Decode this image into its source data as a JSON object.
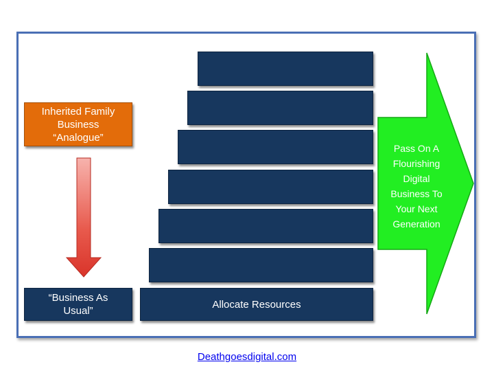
{
  "inherited": {
    "lines": [
      "Inherited Family",
      "Business",
      "“Analogue”"
    ]
  },
  "usual": {
    "lines": [
      "“Business As",
      "Usual”"
    ]
  },
  "staircase": {
    "label": "Allocate Resources"
  },
  "outcome": {
    "lines": [
      "Pass On A",
      "Flourishing",
      "Digital",
      "Business To",
      "Your Next",
      "Generation"
    ]
  },
  "footer": {
    "link_text": "Deathgoesdigital.com"
  },
  "colors": {
    "orange_box": "#e36c0a",
    "navy_box": "#17375e",
    "green_arrow": "#22ee22",
    "red_arrow": "#e03a2e",
    "frame_border": "#4a6fb5",
    "link": "#0000ee"
  }
}
